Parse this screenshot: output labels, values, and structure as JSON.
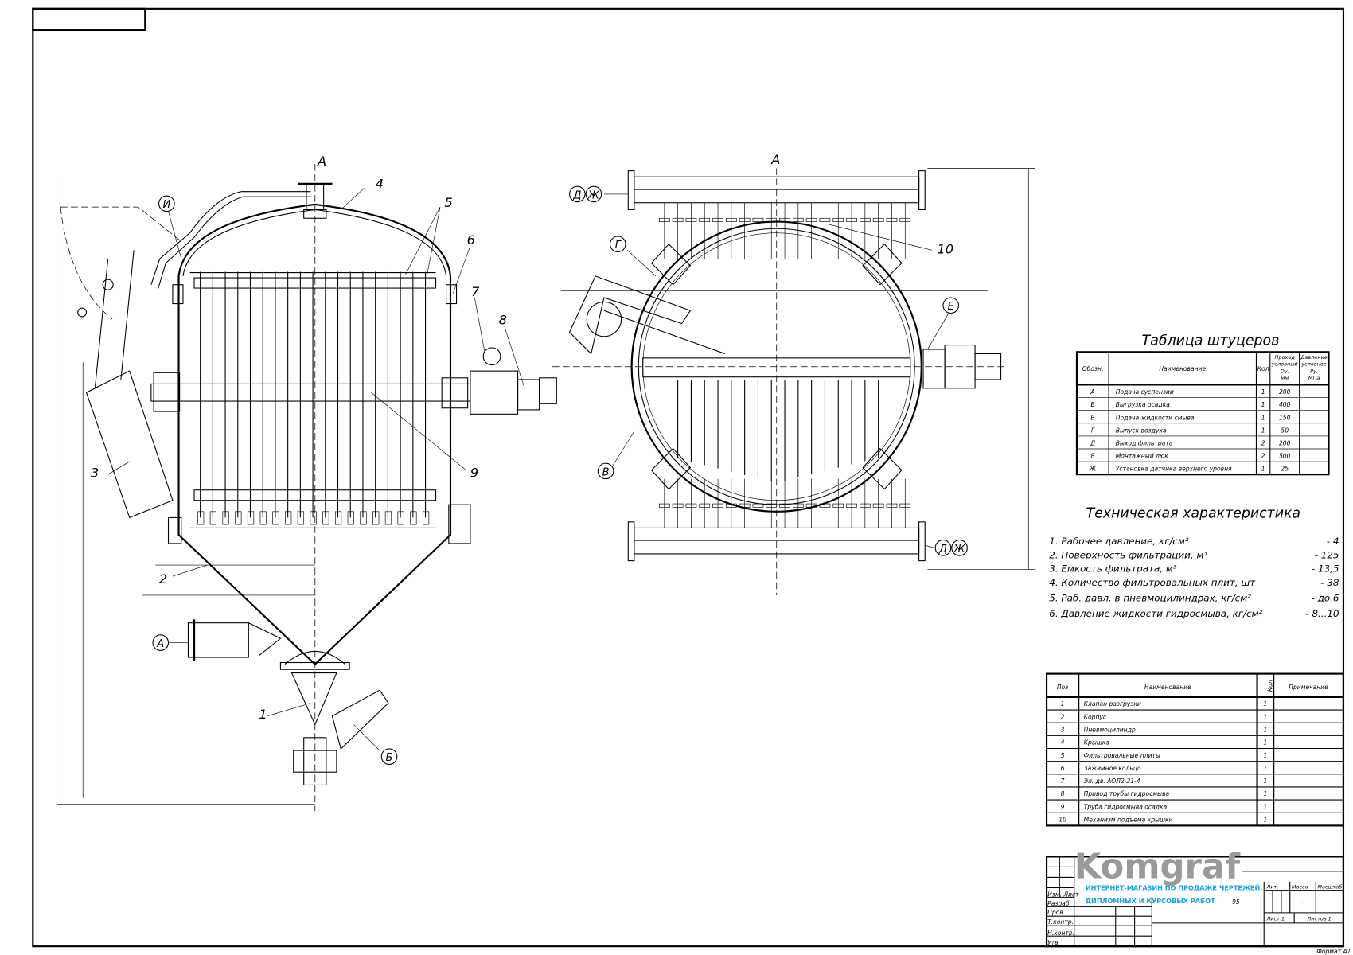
{
  "drawing": {
    "view_label_top": "А",
    "view_label_section": "А",
    "callouts_left": [
      "1",
      "2",
      "3",
      "4",
      "5",
      "6",
      "7",
      "8",
      "9"
    ],
    "callout_detail": "И",
    "nozzle_left_A": "А",
    "nozzle_left_B": "Б",
    "callout_10": "10",
    "nozzle_G": "Г",
    "nozzle_V": "В",
    "nozzle_E": "Е",
    "nozzle_D": "Д",
    "nozzle_Zh": "Ж"
  },
  "nozzle_table": {
    "title": "Таблица штуцеров",
    "headers": [
      "Обозн.",
      "Наименование",
      "Кол",
      "Проход условный Dу, мм",
      "Давление условное Pу, МПа"
    ],
    "rows": [
      [
        "А",
        "Подача суспензии",
        "1",
        "200",
        ""
      ],
      [
        "Б",
        "Выгрузка осадка",
        "1",
        "400",
        ""
      ],
      [
        "В",
        "Подача жидкости смыва",
        "1",
        "150",
        ""
      ],
      [
        "Г",
        "Выпуск воздуха",
        "1",
        "50",
        ""
      ],
      [
        "Д",
        "Выход фильтрата",
        "2",
        "200",
        ""
      ],
      [
        "Е",
        "Монтажный люк",
        "2",
        "500",
        ""
      ],
      [
        "Ж",
        "Установка датчика верхнего уровня",
        "1",
        "25",
        ""
      ]
    ]
  },
  "tech_specs": {
    "title": "Техническая характеристика",
    "items": [
      {
        "label": "1. Рабочее давление, кг/см²",
        "value": "- 4"
      },
      {
        "label": "2. Поверхность фильтрации, м³",
        "value": "- 125"
      },
      {
        "label": "3. Емкость фильтрата, м³",
        "value": "- 13,5"
      },
      {
        "label": "4. Количество фильтровальных плит, шт",
        "value": "- 38"
      },
      {
        "label": "5. Раб. давл. в пневмоцилиндрах, кг/см²",
        "value": "- до 6"
      },
      {
        "label": "6. Давление жидкости гидросмыва, кг/см²",
        "value": "- 8...10"
      }
    ]
  },
  "parts_table": {
    "headers": [
      "Поз",
      "Наименование",
      "Кол",
      "Примечание"
    ],
    "rows": [
      [
        "1",
        "Клапан разгрузки",
        "1",
        ""
      ],
      [
        "2",
        "Корпус",
        "1",
        ""
      ],
      [
        "3",
        "Пневмоцилиндр",
        "1",
        ""
      ],
      [
        "4",
        "Крышка",
        "1",
        ""
      ],
      [
        "5",
        "Фильтровальные плиты",
        "1",
        ""
      ],
      [
        "6",
        "Зажимное кольцо",
        "1",
        ""
      ],
      [
        "7",
        "Эл. дв. АОЛ2-21-4",
        "1",
        ""
      ],
      [
        "8",
        "Привод трубы гидросмыва",
        "1",
        ""
      ],
      [
        "9",
        "Труба гидросмыва осадка",
        "1",
        ""
      ],
      [
        "10",
        "Механизм подъема крышки",
        "1",
        ""
      ]
    ]
  },
  "title_block": {
    "logo": "Komgraf",
    "ad_line1": "ИНТЕРНЕТ-МАГАЗИН ПО ПРОДАЖЕ ЧЕРТЕЖЕЙ,",
    "ad_line2": "ДИПЛОМНЫХ И КУРСОВЫХ РАБОТ",
    "number": "95",
    "row_labels": [
      "Изм. Лист",
      "Разраб.",
      "Пров.",
      "Т.контр.",
      "Н.контр.",
      "Утв."
    ],
    "lit": "Лит.",
    "mass": "Масса",
    "scale": "Масштаб",
    "scale_value": "-",
    "sheet": "Лист 1",
    "sheets": "Листов 1",
    "format": "Формат А1"
  }
}
